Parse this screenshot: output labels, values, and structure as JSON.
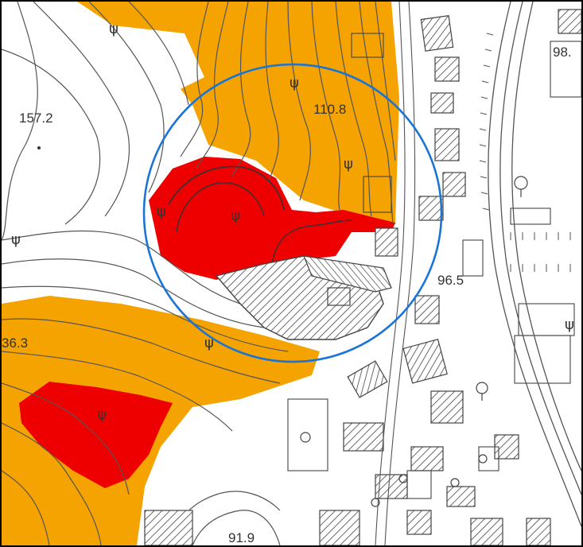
{
  "map": {
    "colors": {
      "hazard_high": "#ee0000",
      "hazard_medium": "#f5a300",
      "selection_circle": "#1a74d6",
      "contour": "#555555",
      "building_outline": "#444444"
    },
    "elevation_labels": [
      "157.2",
      "110.8",
      "98.",
      "96.5",
      "36.3",
      "91.9"
    ],
    "symbols": [
      "forest-symbol-icon",
      "deciduous-tree-icon",
      "embankment-hatch"
    ]
  }
}
